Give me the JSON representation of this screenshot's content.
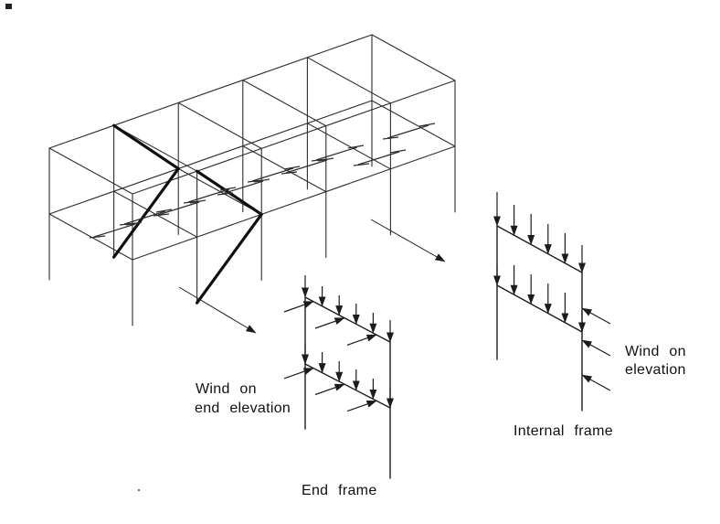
{
  "figure": {
    "description": "Isometric sketch of a two-storey, five-bay skeletal building frame with diagonal wall bracing in the second bay, showing how wind loads are carried by the end frame and an internal frame",
    "background_color": "#ffffff",
    "ink_color": "#1c1c1c",
    "building": {
      "bays": 5,
      "storeys": 2,
      "braced_bay_position": "second bay from left end",
      "bracing": "bold diagonal braces in both long walls",
      "floor_symbols": "zigzag marks on first-floor plane in every bay"
    },
    "end_frame": {
      "caption": "End frame",
      "wind_label_line1": "Wind on",
      "wind_label_line2": "end elevation",
      "vertical_load_arrows_per_beam": 6,
      "inclined_wind_arrows_per_beam": 3
    },
    "internal_frame": {
      "caption": "Internal frame",
      "wind_label_line1": "Wind on",
      "wind_label_line2": "elevation",
      "vertical_load_arrows_per_beam": 6,
      "side_wind_arrows_on_column": 3
    }
  }
}
